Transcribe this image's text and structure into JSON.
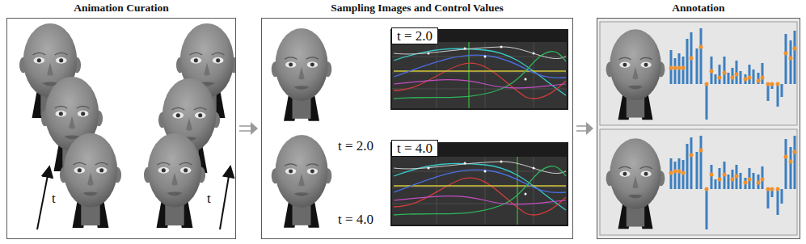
{
  "diagram": {
    "nodes": [
      {
        "text": [
          "Animation Curation"
        ]
      },
      {
        "text": [
          "Sampling Images and Control Values"
        ]
      },
      {
        "text": [
          "Annotation"
        ]
      },
      {
        "text": [
          "t = 2.0"
        ],
        "in": 1
      },
      {
        "text": [
          "t = 4.0"
        ],
        "in": 1
      }
    ],
    "edges": [
      {
        "from": 0,
        "to": 1,
        "arrow": "to"
      },
      {
        "from": 1,
        "to": 2,
        "arrow": "to"
      }
    ],
    "labels": [
      "t",
      "t",
      "t = 2.0",
      "t = 4.0"
    ]
  }
}
